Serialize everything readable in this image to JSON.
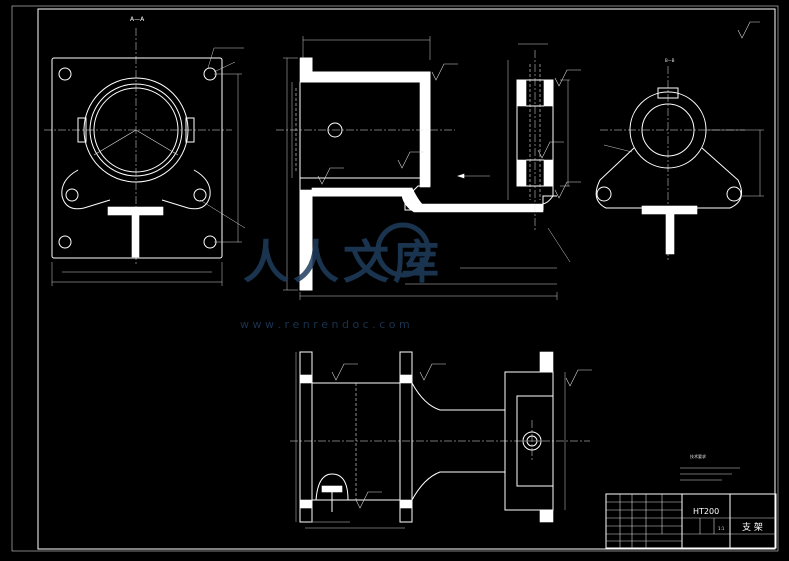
{
  "views": {
    "section_a_label": "A—A",
    "section_b_label": "B—B"
  },
  "title_block": {
    "material": "HT200",
    "part_name": "支 架",
    "scale": "1:1"
  },
  "tech_notes": {
    "title": "技术要求"
  },
  "watermark": {
    "logo_text": "人人文库",
    "url": "w w w . r e n r e n d o c . c o m",
    "color": "#1f3d5c"
  },
  "colors": {
    "background": "#000000",
    "lines": "#ffffff"
  }
}
